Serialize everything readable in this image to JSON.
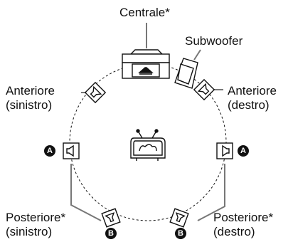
{
  "labels": {
    "center": "Centrale*",
    "subwoofer": "Subwoofer",
    "front_left": [
      "Anteriore",
      "(sinistro)"
    ],
    "front_right": [
      "Anteriore",
      "(destro)"
    ],
    "rear_left": [
      "Posteriore*",
      "(sinistro)"
    ],
    "rear_right": [
      "Posteriore*",
      "(destro)"
    ]
  },
  "markers": {
    "a": "A",
    "b": "B"
  }
}
